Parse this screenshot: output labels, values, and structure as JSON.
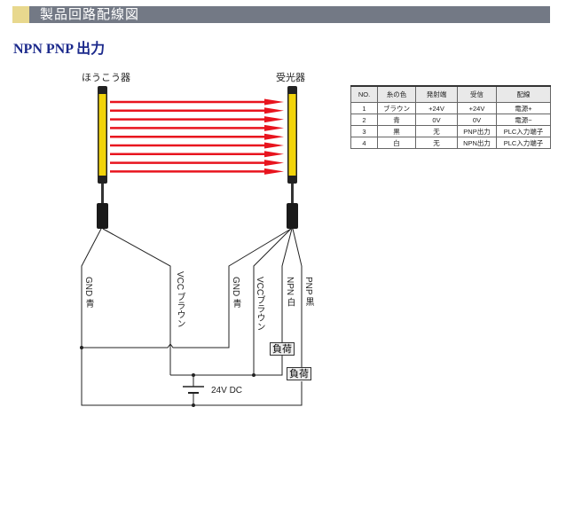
{
  "header": {
    "title": "製品回路配線図"
  },
  "subtitle": "NPN PNP 出力",
  "diagram": {
    "emitter_label": "ほうこう器",
    "receiver_label": "受光器",
    "beam_count": 9,
    "beam_color": "#e8141e",
    "wires": {
      "gnd_emitter": "GND 青",
      "vcc_emitter": "VCC ブラウン",
      "gnd_receiver": "GND 青",
      "vcc_receiver": "VCCブラウン",
      "npn": "NPN 白",
      "pnp": "PNP 黒"
    },
    "load1": "負荷",
    "load2": "負荷",
    "power": "24V DC"
  },
  "table": {
    "headers": [
      "NO.",
      "糸の色",
      "発射端",
      "受信",
      "配線"
    ],
    "rows": [
      [
        "1",
        "ブラウン",
        "+24V",
        "+24V",
        "電源+"
      ],
      [
        "2",
        "青",
        "0V",
        "0V",
        "電源−"
      ],
      [
        "3",
        "黒",
        "无",
        "PNP出力",
        "PLC入力端子"
      ],
      [
        "4",
        "白",
        "无",
        "NPN出力",
        "PLC入力端子"
      ]
    ]
  }
}
